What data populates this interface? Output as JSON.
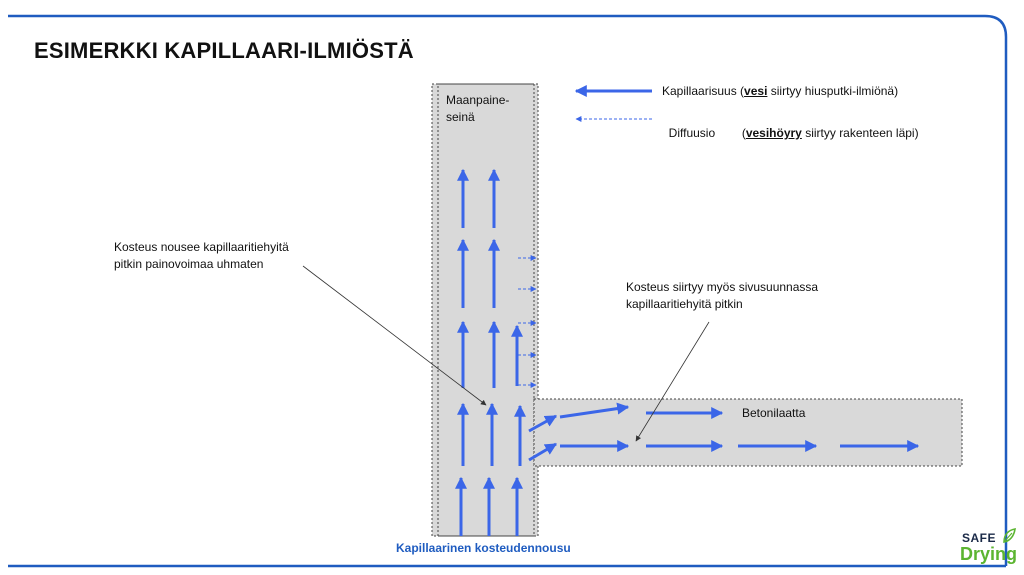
{
  "title": "ESIMERKKI KAPILLAARI-ILMIÖSTÄ",
  "wall_label": [
    "Maanpaine-",
    "seinä"
  ],
  "slab_label": "Betonilaatta",
  "legend": [
    {
      "prefix": "Kapillaarisuus (",
      "keyword": "vesi",
      "suffix": " siirtyy hiusputki-ilmiönä)",
      "line_style": "solid"
    },
    {
      "prefix": "Diffuusio        (",
      "keyword": "vesihöyry",
      "suffix": " siirtyy rakenteen läpi)",
      "line_style": "dashed"
    }
  ],
  "annotations": {
    "rise": [
      "Kosteus nousee kapillaaritiehyitä",
      "pitkin painovoimaa uhmaten"
    ],
    "lateral": [
      "Kosteus siirtyy myös sivusuunnassa",
      "kapillaaritiehyitä pitkin"
    ]
  },
  "caption": "Kapillaarinen kosteudennousu",
  "logo": {
    "line1": "SAFE",
    "line2": "Drying"
  },
  "colors": {
    "frame": "#1f5cc0",
    "arrow": "#3b66e8",
    "structure_fill": "#d9d9d9",
    "caption": "#1f5cc0",
    "logo_navy": "#1b2a48",
    "logo_green": "#5cb531"
  }
}
